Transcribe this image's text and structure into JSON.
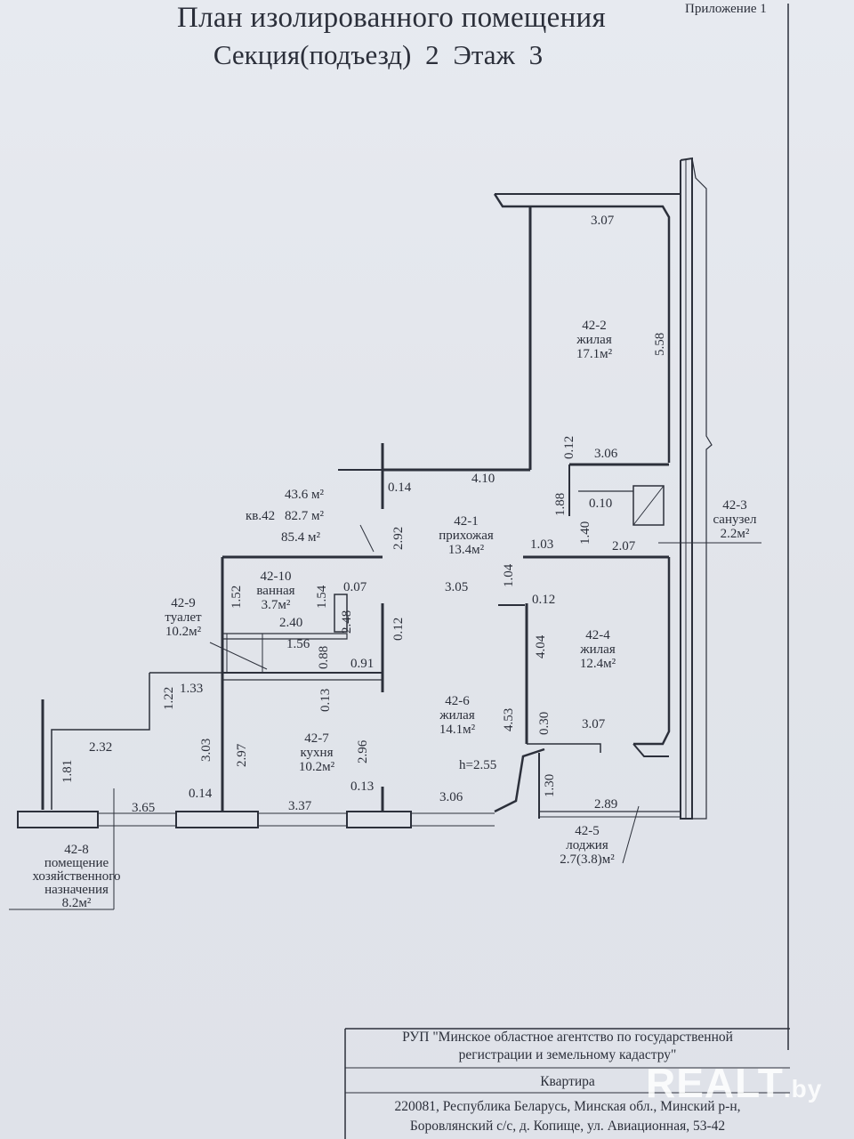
{
  "header": {
    "appendix": "Приложение 1",
    "title": "План изолированного помещения",
    "subtitle": "Секция(подъезд) 2   Этаж 3"
  },
  "apartment": {
    "number": "кв.42",
    "area_living": "43.6 м²",
    "area_total": "82.7 м²",
    "area_full": "85.4 м²",
    "ceiling": "h=2.55"
  },
  "rooms": [
    {
      "id": "42-1",
      "name": "прихожая",
      "area": "13.4м²"
    },
    {
      "id": "42-2",
      "name": "жилая",
      "area": "17.1м²"
    },
    {
      "id": "42-3",
      "name": "санузел",
      "area": "2.2м²"
    },
    {
      "id": "42-4",
      "name": "жилая",
      "area": "12.4м²"
    },
    {
      "id": "42-5",
      "name": "лоджия",
      "area": "2.7(3.8)м²"
    },
    {
      "id": "42-6",
      "name": "жилая",
      "area": "14.1м²"
    },
    {
      "id": "42-7",
      "name": "кухня",
      "area": "10.2м²"
    },
    {
      "id": "42-8",
      "name": "помещение хозяйственного назначения",
      "name_lines": [
        "помещение",
        "хозяйственного",
        "назначения"
      ],
      "area": "8.2м²"
    },
    {
      "id": "42-9",
      "name": "туалет",
      "area": "10.2м²"
    },
    {
      "id": "42-10",
      "name": "ванная",
      "area": "3.7м²"
    }
  ],
  "dimensions": {
    "d307_top": "3.07",
    "d558": "5.58",
    "d012_a": "0.12",
    "d306": "3.06",
    "d188": "1.88",
    "d010": "0.10",
    "d140": "1.40",
    "d014_a": "0.14",
    "d410": "4.10",
    "d292": "2.92",
    "d103": "1.03",
    "d207": "2.07",
    "d104": "1.04",
    "d305": "3.05",
    "d012_b": "0.12",
    "d152": "1.52",
    "d154": "1.54",
    "d007": "0.07",
    "d248": "2.48",
    "d012_c": "0.12",
    "d240": "2.40",
    "d156": "1.56",
    "d088": "0.88",
    "d091": "0.91",
    "d404": "4.04",
    "d133": "1.33",
    "d122": "1.22",
    "d013_a": "0.13",
    "d453": "4.53",
    "d030": "0.30",
    "d307_b": "3.07",
    "d232": "2.32",
    "d303": "3.03",
    "d297": "2.97",
    "d296": "2.96",
    "d181": "1.81",
    "d130": "1.30",
    "d014_b": "0.14",
    "d013_b": "0.13",
    "d365": "3.65",
    "d337": "3.37",
    "d306_b": "3.06",
    "d289": "2.89"
  },
  "stamp": {
    "org_line1": "РУП \"Минское областное агентство по государственной",
    "org_line2": "регистрации и земельному кадастру\"",
    "object": "Квартира",
    "address_line1": "220081, Республика Беларусь, Минская обл., Минский р-н,",
    "address_line2": "Боровлянский с/с, д. Копище, ул. Авиационная, 53-42"
  },
  "watermark": {
    "main": "REALT",
    "tld": ".by"
  }
}
